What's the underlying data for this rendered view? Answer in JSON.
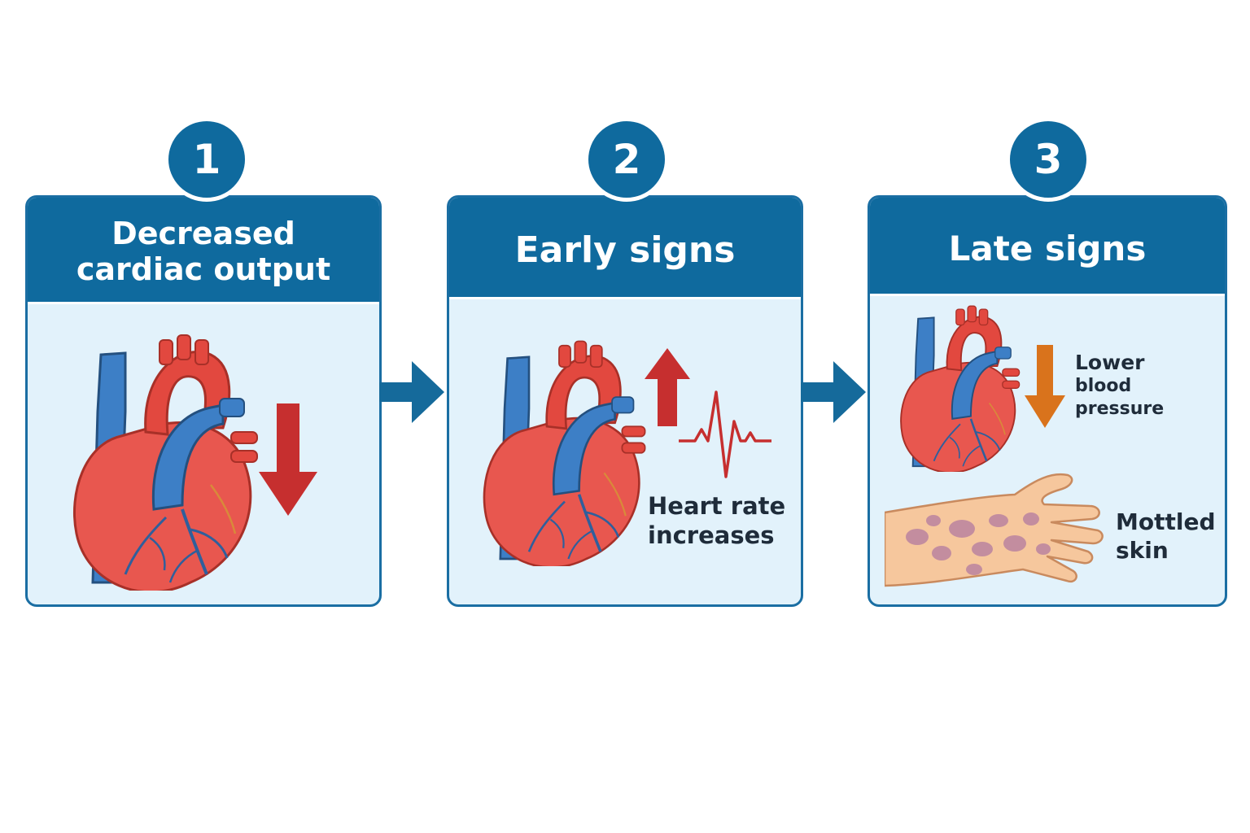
{
  "steps": [
    {
      "number": "1",
      "title_line1": "Decreased",
      "title_line2": "cardiac output"
    },
    {
      "number": "2",
      "title": "Early signs",
      "caption_line1": "Heart rate",
      "caption_line2": "increases"
    },
    {
      "number": "3",
      "title": "Late signs",
      "caption_a_line1": "Lower",
      "caption_a_line2": "blood pressure",
      "caption_b_line1": "Mottled",
      "caption_b_line2": "skin"
    }
  ],
  "colors": {
    "primary_blue": "#0f6a9e",
    "panel_bg": "#e2f2fb",
    "down_arrow_red": "#c62f2f",
    "up_arrow_red": "#c62f2f",
    "down_arrow_orange": "#d9731c",
    "ecg_red": "#c62f2f"
  },
  "icons": [
    "heart-icon",
    "down-arrow-icon",
    "up-arrow-icon",
    "ecg-icon",
    "hand-mottled-icon",
    "flow-arrow-icon"
  ]
}
